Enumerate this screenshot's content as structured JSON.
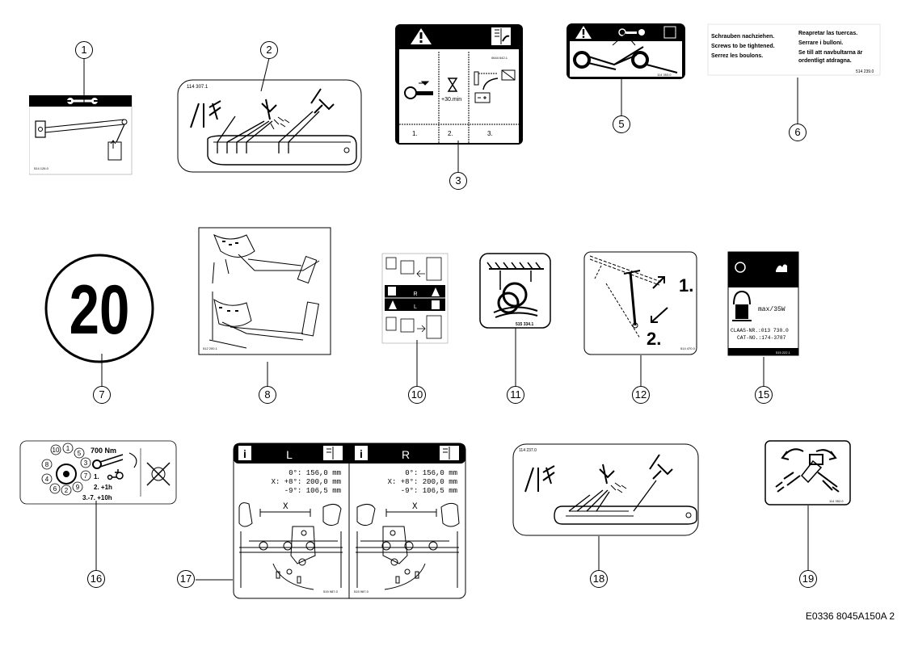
{
  "callouts": [
    "1",
    "2",
    "3",
    "6",
    "5",
    "7",
    "8",
    "10",
    "11",
    "12",
    "15",
    "16",
    "17",
    "18",
    "19"
  ],
  "label1": {
    "code": "514 126.0"
  },
  "label2": {
    "code": "114 307.1"
  },
  "label3": {
    "code": "0644 642.1",
    "time": "+30.min",
    "steps": [
      "1.",
      "2.",
      "3."
    ]
  },
  "label5": {
    "code": "114 353.0"
  },
  "label6": {
    "left": [
      "Schrauben nachziehen.",
      "Screws to be tightened.",
      "Serrez les boulons."
    ],
    "right": [
      "Reapretar las tuercas.",
      "Serrare i bulloni.",
      "Se till att navbultarna är",
      "ordentligt atdragna."
    ],
    "code": "514 239.0"
  },
  "label7": {
    "speed": "20"
  },
  "label8": {
    "code": "512 200.1"
  },
  "label10": {
    "letters": [
      "R",
      "L"
    ]
  },
  "label11": {
    "code": "515 334.1"
  },
  "label12": {
    "steps": [
      "1.",
      "2."
    ],
    "code": "514 470.0"
  },
  "label15": {
    "power": "max/35W",
    "claas": "CLAAS-NR.:013 730.0",
    "cat": "CAT-NO.:174-3787",
    "code": "515 222.1"
  },
  "label16": {
    "torque": "700 Nm",
    "steps": [
      "1.",
      "2. +1h",
      "3.-7. +10h"
    ],
    "bolts": [
      "10",
      "1",
      "5",
      "3",
      "7",
      "9",
      "2",
      "6",
      "4",
      "8"
    ]
  },
  "label17": {
    "panels": [
      {
        "side": "L",
        "line1": "0°: 156,0 mm",
        "line2": "X: +8°: 200,0 mm",
        "line3": "-9°: 106,5 mm",
        "x": "X",
        "code": "515 987.0"
      },
      {
        "side": "R",
        "line1": "0°: 156,0 mm",
        "line2": "X: +8°: 200,0 mm",
        "line3": "-9°: 106,5 mm",
        "x": "X",
        "code": "515 987.0"
      }
    ]
  },
  "label18": {
    "code": "114 237.0"
  },
  "label19": {
    "code": "114 352.0"
  },
  "footer": "E0336 8045A150A 2"
}
